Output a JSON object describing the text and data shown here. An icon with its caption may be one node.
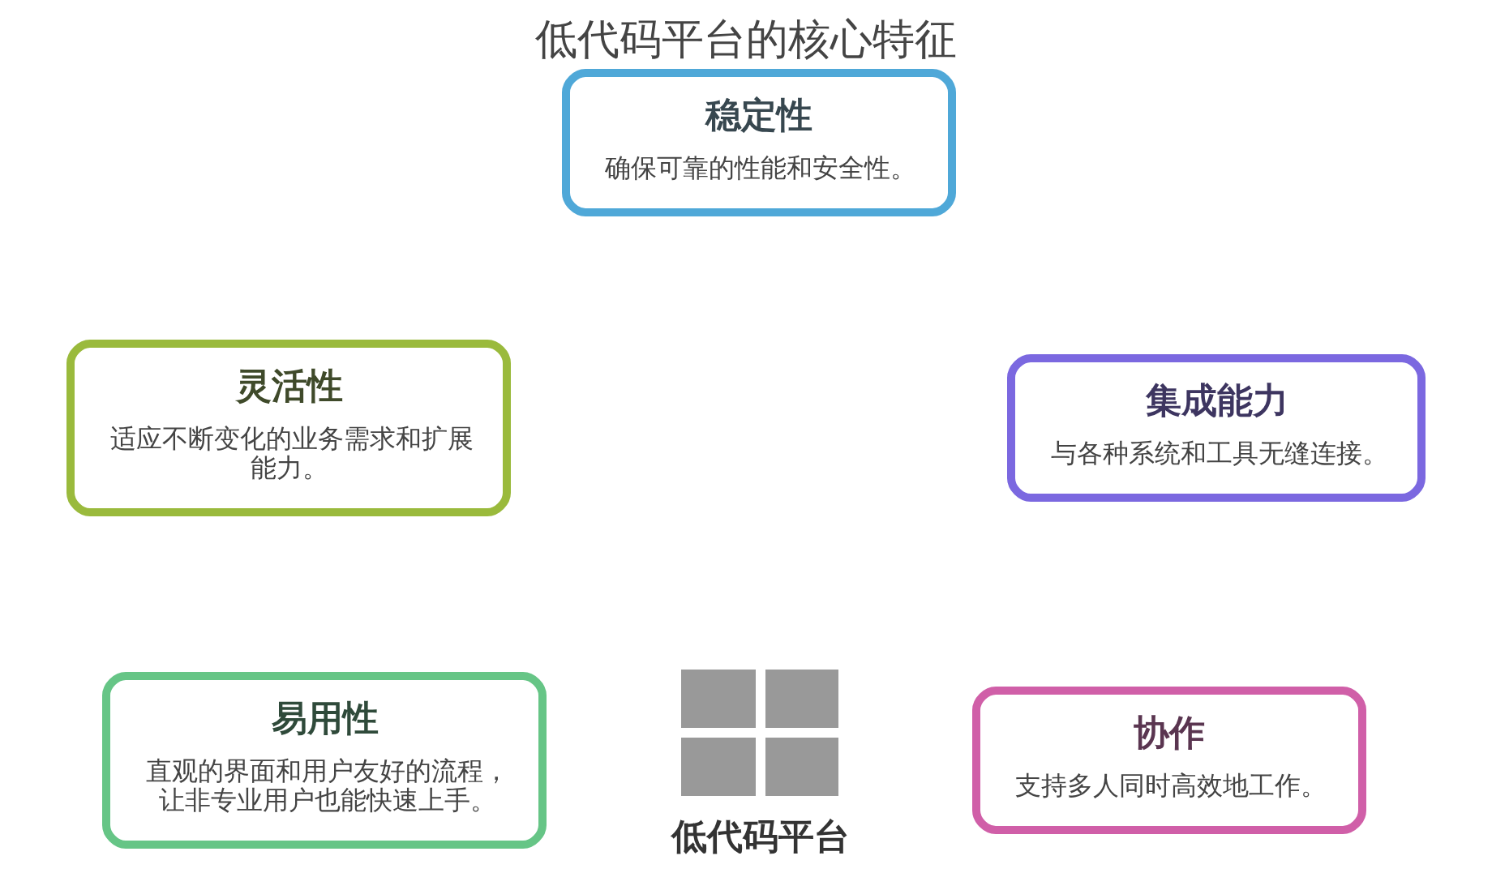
{
  "diagram": {
    "title": "低代码平台的核心特征",
    "nodes": [
      {
        "text": [
          "稳定性",
          "确保可靠的性能和安全性。"
        ]
      },
      {
        "text": [
          "灵活性",
          "适应不断变化的业务需求和扩展能力。"
        ]
      },
      {
        "text": [
          "集成能力",
          "与各种系统和工具无缝连接。"
        ]
      },
      {
        "text": [
          "易用性",
          "直观的界面和用户友好的流程，让非专业用户也能快速上手。"
        ]
      },
      {
        "text": [
          "协作",
          "支持多人同时高效地工作。"
        ]
      },
      {
        "text": [
          "低代码平台"
        ]
      }
    ],
    "edges": []
  }
}
